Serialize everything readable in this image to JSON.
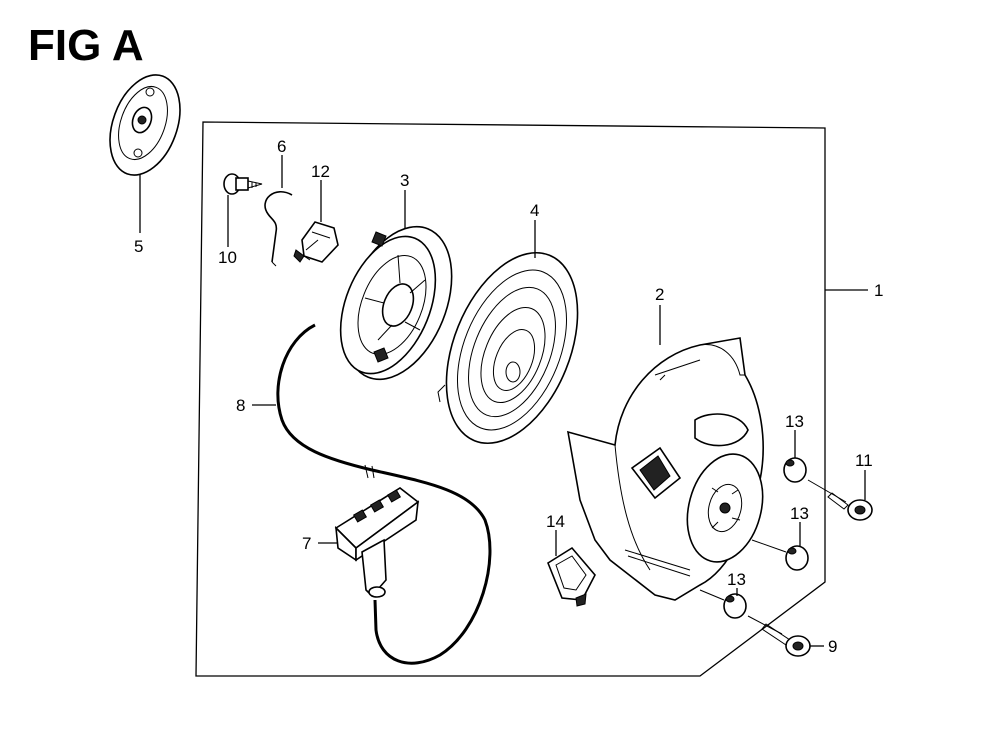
{
  "figure": {
    "title": "FIG A"
  },
  "callouts": [
    {
      "id": "1",
      "label": "1"
    },
    {
      "id": "2",
      "label": "2"
    },
    {
      "id": "3",
      "label": "3"
    },
    {
      "id": "4",
      "label": "4"
    },
    {
      "id": "5",
      "label": "5"
    },
    {
      "id": "6",
      "label": "6"
    },
    {
      "id": "7",
      "label": "7"
    },
    {
      "id": "8",
      "label": "8"
    },
    {
      "id": "9",
      "label": "9"
    },
    {
      "id": "10",
      "label": "10"
    },
    {
      "id": "11",
      "label": "11"
    },
    {
      "id": "12",
      "label": "12"
    },
    {
      "id": "13a",
      "label": "13"
    },
    {
      "id": "13b",
      "label": "13"
    },
    {
      "id": "13c",
      "label": "13"
    },
    {
      "id": "14",
      "label": "14"
    }
  ]
}
